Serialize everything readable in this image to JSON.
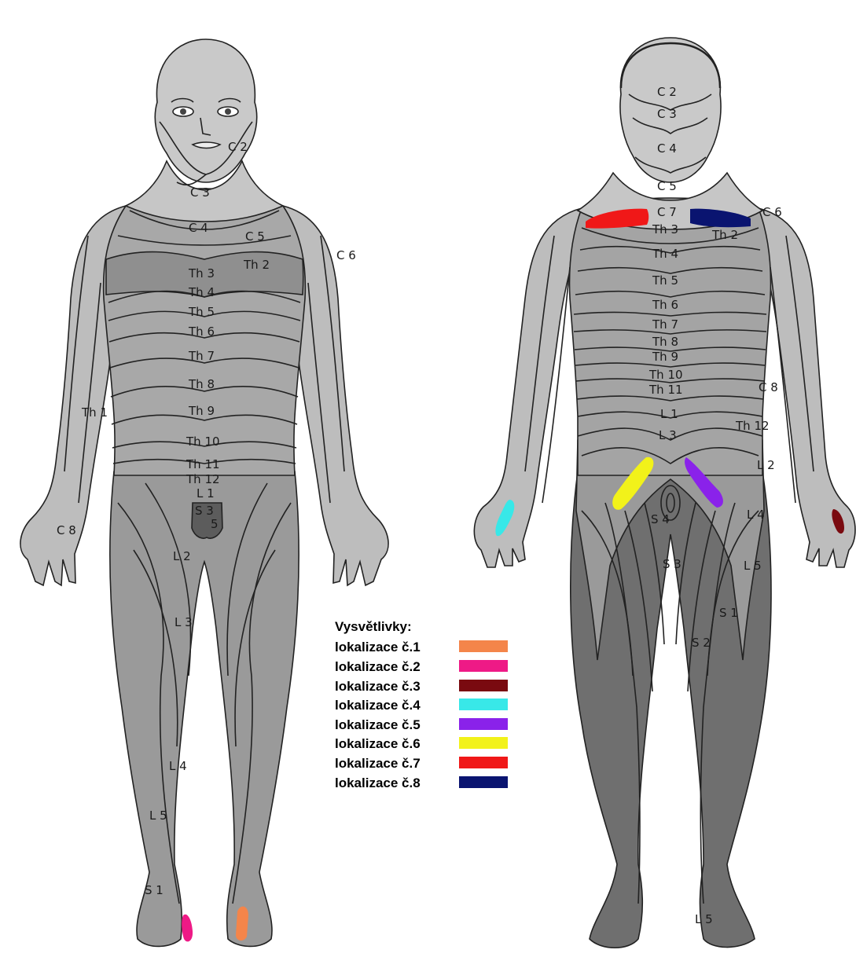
{
  "legend": {
    "title": "Vysvětlivky:",
    "items": [
      {
        "label": "lokalizace č.1",
        "color": "#f4854a"
      },
      {
        "label": "lokalizace č.2",
        "color": "#ee1a86"
      },
      {
        "label": "lokalizace č.3",
        "color": "#7a0a10"
      },
      {
        "label": "lokalizace č.4",
        "color": "#38e8e8"
      },
      {
        "label": "lokalizace č.5",
        "color": "#8a22ea"
      },
      {
        "label": "lokalizace č.6",
        "color": "#f2f21a"
      },
      {
        "label": "lokalizace č.7",
        "color": "#f01818"
      },
      {
        "label": "lokalizace č.8",
        "color": "#0a1470"
      }
    ]
  },
  "front_labels": {
    "c2": "C 2",
    "c3": "C 3",
    "c4": "C 4",
    "c5": "C 5",
    "c6": "C 6",
    "c8": "C 8",
    "th1": "Th 1",
    "th2": "Th 2",
    "th3": "Th 3",
    "th4": "Th 4",
    "th5": "Th 5",
    "th6": "Th 6",
    "th7": "Th 7",
    "th8": "Th 8",
    "th9": "Th 9",
    "th10": "Th 10",
    "th11": "Th 11",
    "th12": "Th 12",
    "l1": "L 1",
    "l2": "L 2",
    "l3": "L 3",
    "l4": "L 4",
    "l5": "L 5",
    "s1": "S 1",
    "s3": "S 3",
    "s5": "5"
  },
  "back_labels": {
    "c2": "C 2",
    "c3": "C 3",
    "c4": "C 4",
    "c5": "C 5",
    "c6": "C 6",
    "c7": "C 7",
    "c8": "C 8",
    "th2": "Th 2",
    "th3": "Th 3",
    "th4": "Th 4",
    "th5": "Th 5",
    "th6": "Th 6",
    "th7": "Th 7",
    "th8": "Th 8",
    "th9": "Th 9",
    "th10": "Th 10",
    "th11": "Th 11",
    "th12": "Th 12",
    "l1": "L 1",
    "l2": "L 2",
    "l3": "L 3",
    "l4": "L 4",
    "l5": "L 5",
    "l5foot": "L 5",
    "s1": "S 1",
    "s2": "S 2",
    "s3": "S 3",
    "s4": "S 4"
  },
  "localizations": [
    {
      "id": 1,
      "place": "front right foot",
      "color": "#f4854a"
    },
    {
      "id": 2,
      "place": "front left foot",
      "color": "#ee1a86"
    },
    {
      "id": 3,
      "place": "back right hand",
      "color": "#7a0a10"
    },
    {
      "id": 4,
      "place": "back left hand",
      "color": "#38e8e8"
    },
    {
      "id": 5,
      "place": "back right buttock",
      "color": "#8a22ea"
    },
    {
      "id": 6,
      "place": "back left buttock",
      "color": "#f2f21a"
    },
    {
      "id": 7,
      "place": "back left shoulder",
      "color": "#f01818"
    },
    {
      "id": 8,
      "place": "back right shoulder",
      "color": "#0a1470"
    }
  ],
  "colors": {
    "skin_light": "#c4c4c4",
    "skin_mid": "#9c9c9c",
    "skin_dark": "#6e6e6e",
    "outline": "#222222"
  }
}
